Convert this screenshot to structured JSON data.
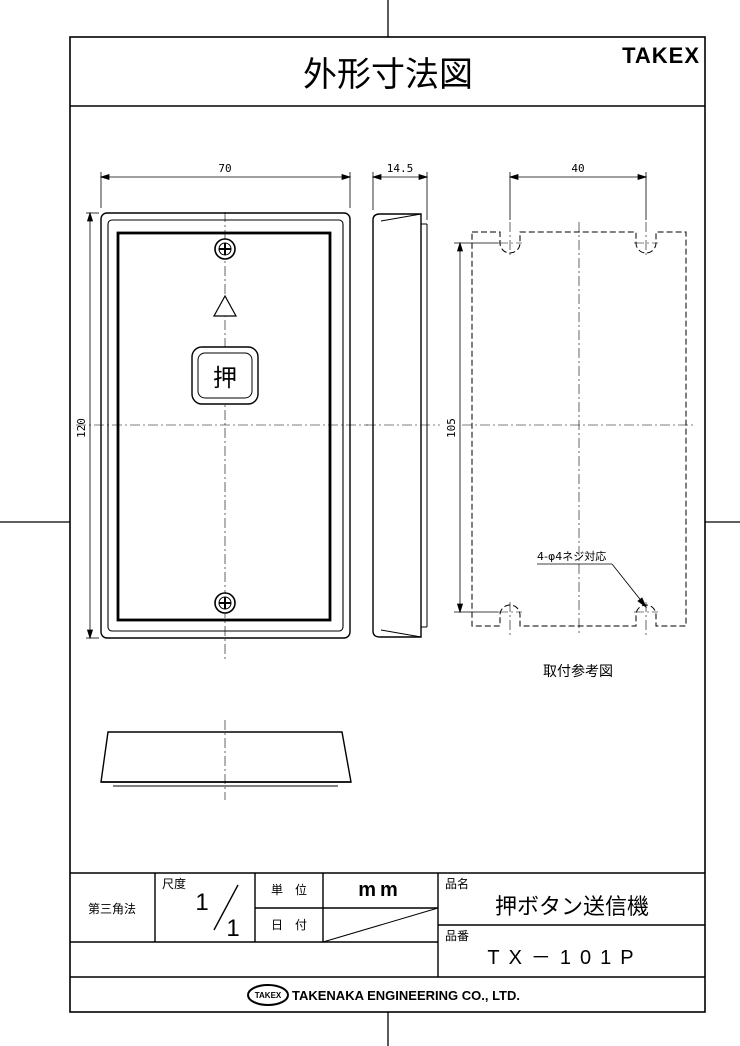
{
  "sheet": {
    "title": "外形寸法図",
    "brand_logo": "TAKEX"
  },
  "front_view": {
    "dim_width": "70",
    "dim_height": "120",
    "button_label": "押"
  },
  "side_view": {
    "dim_depth": "14.5"
  },
  "mounting_view": {
    "dim_hole_pitch_x": "40",
    "dim_hole_pitch_y": "105",
    "screw_note": "4-φ4ネジ対応",
    "caption": "取付参考図"
  },
  "title_block": {
    "projection": "第三角法",
    "scale_label": "尺度",
    "scale_num": "1",
    "scale_den": "1",
    "unit_label": "単　位",
    "unit_value": "mm",
    "date_label": "日　付",
    "product_name_label": "品名",
    "product_name": "押ボタン送信機",
    "product_number_label": "品番",
    "product_number": "TX－101P",
    "company_logo": "TAKEX",
    "company_name": "TAKENAKA ENGINEERING CO., LTD."
  }
}
